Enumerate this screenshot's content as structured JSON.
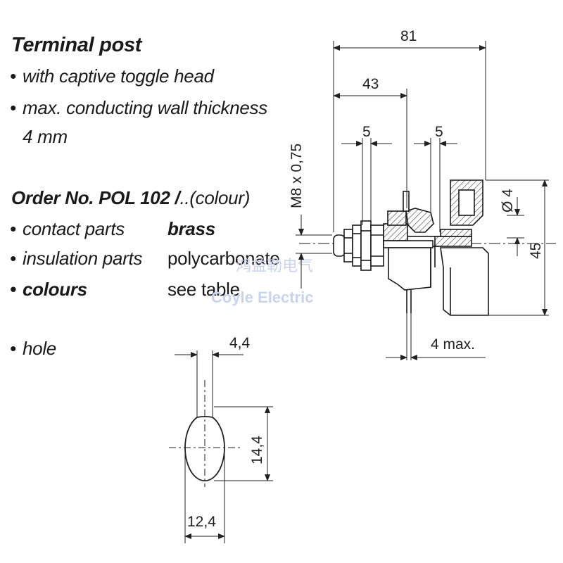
{
  "heading": "Terminal post",
  "features": [
    "with captive toggle head",
    "max. conducting wall thickness",
    "4 mm"
  ],
  "order": {
    "prefix": "Order No. POL 102 /",
    "suffix": "..(colour)"
  },
  "specs": [
    {
      "label": "contact parts",
      "value": "brass"
    },
    {
      "label": "insulation parts",
      "value": "polycarbonate"
    },
    {
      "label": "colours",
      "value": "see table"
    }
  ],
  "hole_label": "hole",
  "bullet": "•",
  "dimensions": {
    "overall_length": "81",
    "length_43": "43",
    "five_left": "5",
    "five_right": "5",
    "thread": "M8 x 0,75",
    "diameter": "Ø 4",
    "height": "45",
    "wall_max": "4 max.",
    "hole_width_top": "4,4",
    "hole_height": "14,4",
    "hole_width_bottom": "12,4"
  },
  "watermark": {
    "cn": "鸿益勒电气",
    "en": "Coyle Electric"
  }
}
